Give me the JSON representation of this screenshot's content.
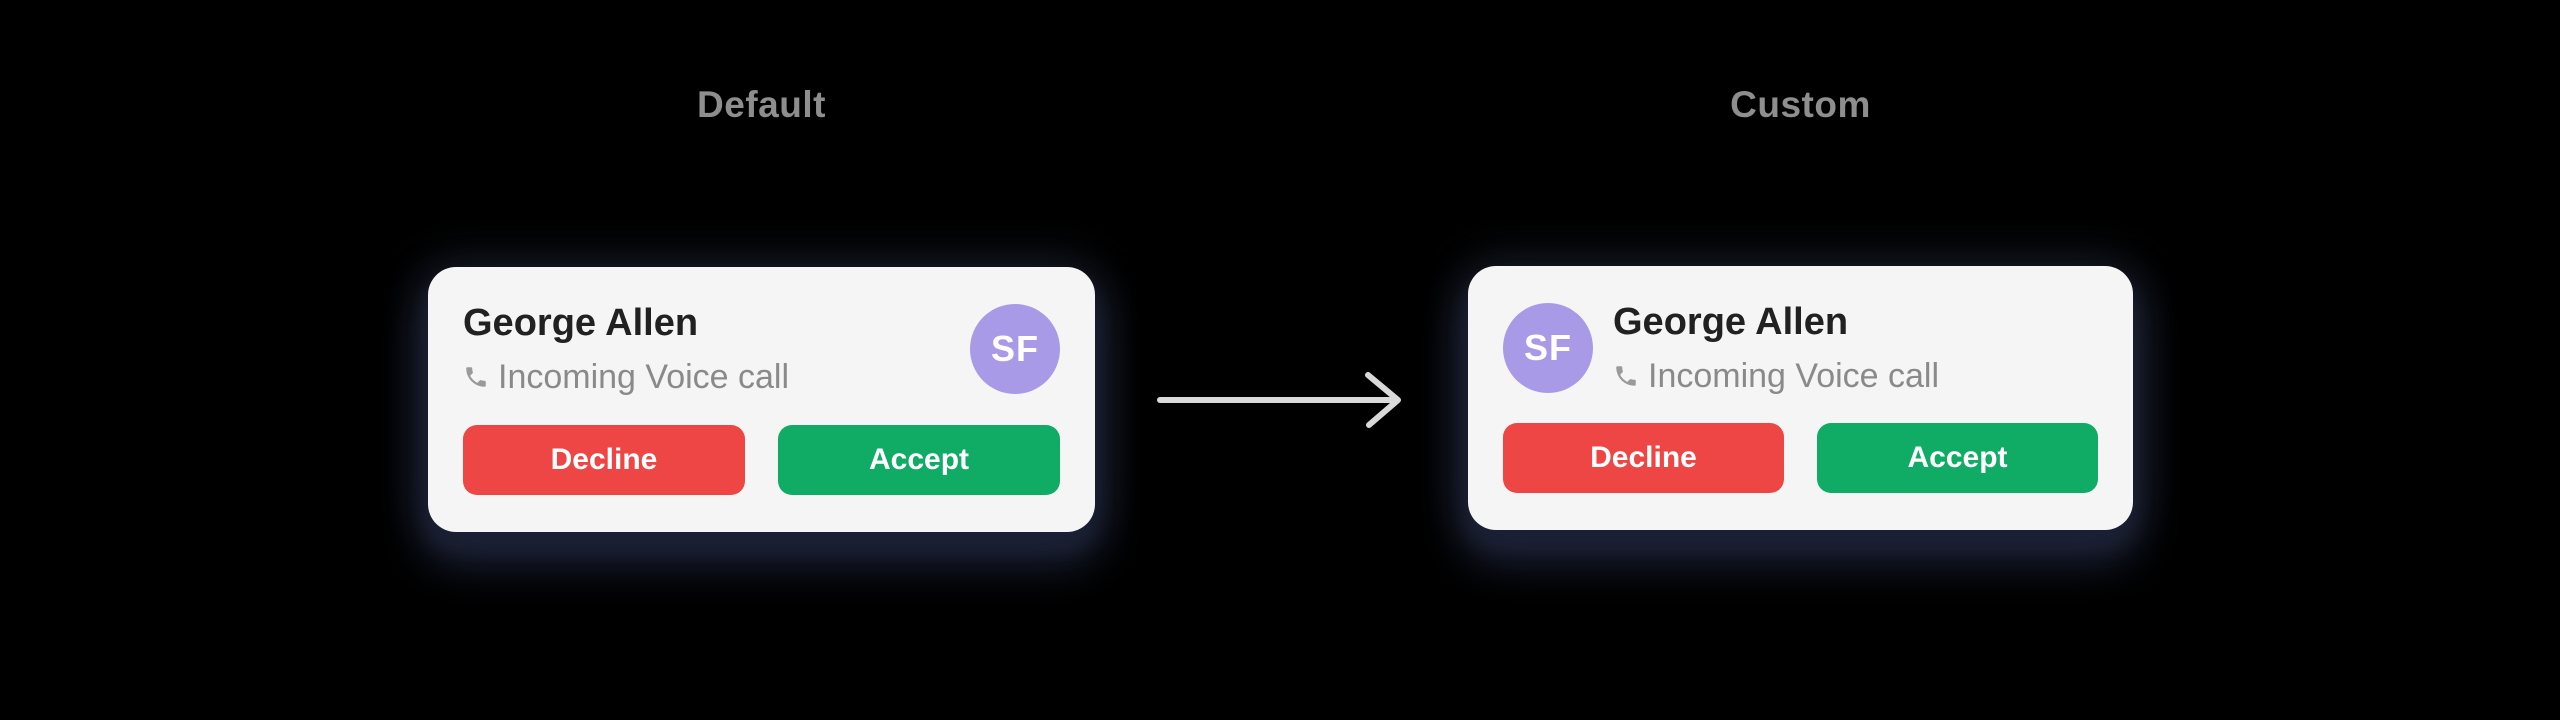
{
  "labels": {
    "default": "Default",
    "custom": "Custom"
  },
  "cards": {
    "default": {
      "name": "George Allen",
      "subtitle": "Incoming Voice call",
      "avatar_initials": "SF",
      "decline_label": "Decline",
      "accept_label": "Accept"
    },
    "custom": {
      "name": "George Allen",
      "subtitle": "Incoming Voice call",
      "avatar_initials": "SF",
      "decline_label": "Decline",
      "accept_label": "Accept"
    }
  },
  "icons": {
    "phone": "phone-icon",
    "arrow": "arrow-right-icon"
  },
  "colors": {
    "background": "#000000",
    "card_bg": "#f5f5f6",
    "title": "#212121",
    "subtitle": "#8a8a8a",
    "label": "#8e8e8e",
    "avatar_bg": "#a89ae6",
    "avatar_text": "#ffffff",
    "decline_bg": "#ee4545",
    "accept_bg": "#10ab64",
    "button_text": "#ffffff",
    "arrow": "#d9d9d9"
  }
}
